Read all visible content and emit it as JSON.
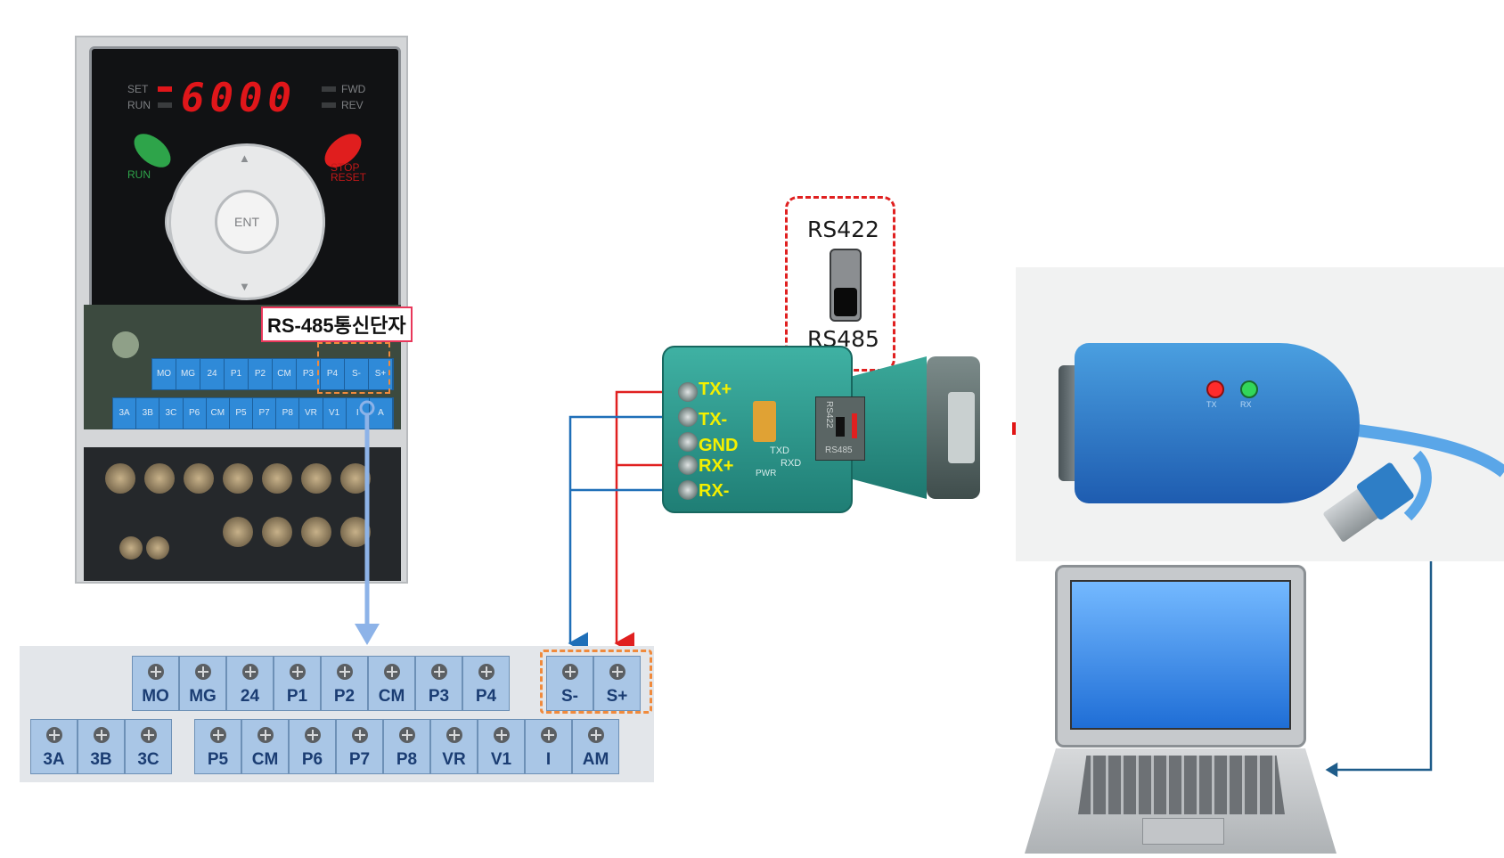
{
  "inverter": {
    "display": "6000",
    "leds": {
      "set": "SET",
      "run": "RUN",
      "fwd": "FWD",
      "rev": "REV"
    },
    "keys": {
      "run": "RUN",
      "stop": "STOP RESET",
      "enter": "ENT"
    },
    "callout": "RS-485통신단자",
    "small_terminals_top": [
      "MO",
      "MG",
      "24",
      "P1",
      "P2",
      "CM",
      "P3",
      "P4",
      "S-",
      "S+"
    ],
    "small_terminals_bottom": [
      "3A",
      "3B",
      "3C",
      "P6",
      "CM",
      "P5",
      "P7",
      "P8",
      "VR",
      "V1",
      "I",
      "A"
    ]
  },
  "terminal_strip": {
    "row1": [
      "MO",
      "MG",
      "24",
      "P1",
      "P2",
      "CM",
      "P3",
      "P4"
    ],
    "row1_rs485": [
      "S-",
      "S+"
    ],
    "row2_left": [
      "3A",
      "3B",
      "3C"
    ],
    "row2_right": [
      "P5",
      "CM",
      "P6",
      "P7",
      "P8",
      "VR",
      "V1",
      "I",
      "AM"
    ]
  },
  "converter": {
    "pins": [
      "TX+",
      "TX-",
      "GND",
      "RX+",
      "RX-"
    ],
    "chip_labels": {
      "top": "RS422",
      "bottom": "RS485",
      "txd": "TXD",
      "rxd": "RXD",
      "pwr": "PWR"
    }
  },
  "mode_switch": {
    "top_label": "RS422",
    "bottom_label": "RS485",
    "selected": "RS485"
  },
  "plus_symbol": "+",
  "usb_adapter": {
    "led_labels": [
      "TX",
      "RX"
    ]
  },
  "colors": {
    "tx_wire": "#e02020",
    "rx_wire": "#1f6fb8",
    "arrow": "#8db3e8",
    "dashed_box": "#f08a3c",
    "usb_line": "#1e5c8a"
  }
}
